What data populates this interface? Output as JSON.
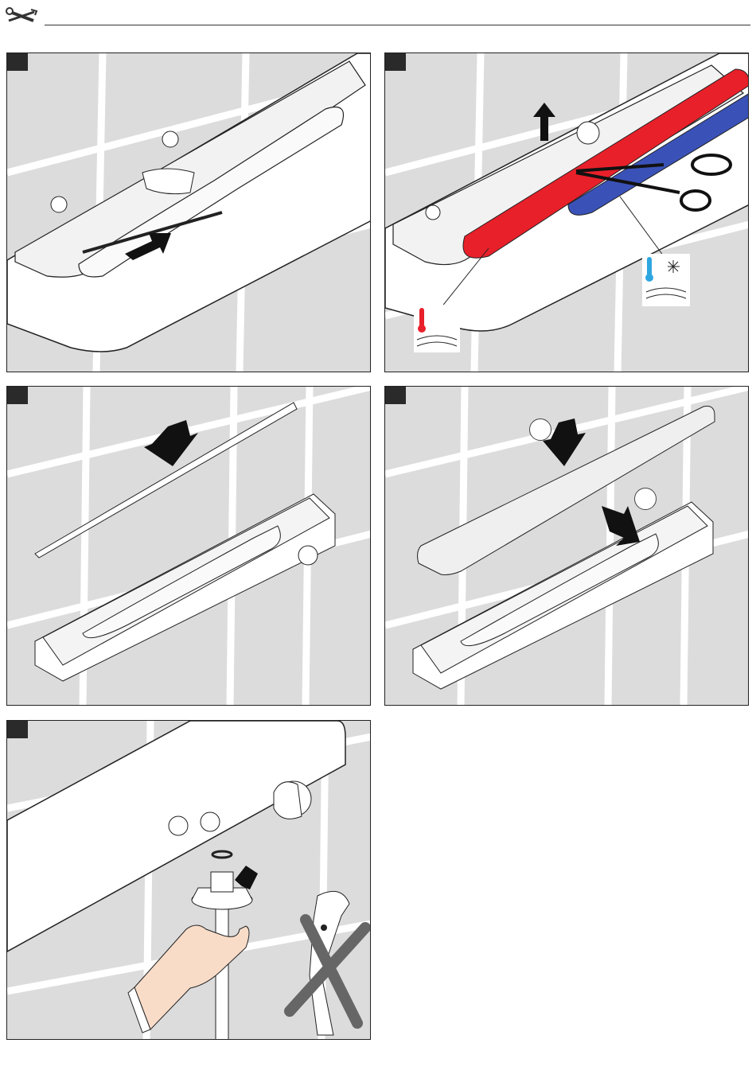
{
  "header": {
    "icon": "wrench-screwdriver-icon"
  },
  "panels": [
    {
      "id": "step-1",
      "badge": "",
      "icons": [
        "push-arrow-icon"
      ]
    },
    {
      "id": "step-2",
      "badge": "",
      "icons": [
        "up-arrow-icon",
        "scissors-icon",
        "hot-water-icon",
        "cold-water-icon"
      ],
      "colors": {
        "hot": "#e8202a",
        "cold": "#3a52b8"
      }
    },
    {
      "id": "step-3",
      "badge": "",
      "icons": [
        "down-arrow-icon"
      ]
    },
    {
      "id": "step-4",
      "badge": "",
      "icons": [
        "down-arrow-icon",
        "up-left-arrow-icon"
      ],
      "callouts": [
        "",
        ""
      ]
    },
    {
      "id": "step-5",
      "badge": "",
      "icons": [
        "rotate-arrow-icon",
        "hand-icon",
        "pliers-crossed-icon"
      ]
    }
  ]
}
